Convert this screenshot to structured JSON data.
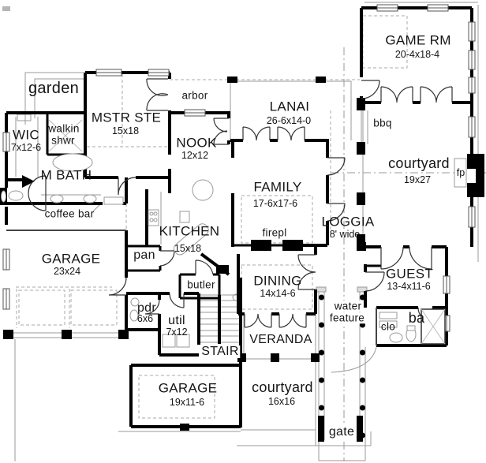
{
  "plan": {
    "colors": {
      "wall": "#000000",
      "thin_line": "#999999",
      "dashed_line": "#aaaaaa",
      "text": "#151515",
      "paper": "#ffffff"
    },
    "rooms": {
      "garden": {
        "label": "garden"
      },
      "wic": {
        "label": "WIC",
        "dims": "7x12-6"
      },
      "walkin_shwr": {
        "line1": "walkin",
        "line2": "shwr"
      },
      "mstr": {
        "label": "MSTR STE",
        "dims": "15x18"
      },
      "arbor": {
        "label": "arbor"
      },
      "nook": {
        "label": "NOOK",
        "dims": "12x12"
      },
      "lanai": {
        "label": "LANAI",
        "dims": "26-6x14-0"
      },
      "game_rm": {
        "label": "GAME RM",
        "dims": "20-4x18-4"
      },
      "bbq": {
        "label": "bbq"
      },
      "courtyard_e": {
        "label": "courtyard",
        "dims": "19x27"
      },
      "fp": {
        "label": "fp"
      },
      "mbath": {
        "label": "M BATH"
      },
      "coffee_bar": {
        "label": "coffee bar"
      },
      "kitchen": {
        "label": "KITCHEN",
        "dims": "15x18"
      },
      "family": {
        "label": "FAMILY",
        "dims": "17-6x17-6"
      },
      "firepl": {
        "label": "firepl"
      },
      "loggia": {
        "label": "LOGGIA",
        "dims": "8' wide"
      },
      "garage_main": {
        "label": "GARAGE",
        "dims": "23x24"
      },
      "pan": {
        "label": "pan"
      },
      "butler": {
        "label": "butler"
      },
      "dining": {
        "label": "DINING",
        "dims": "14x14-6"
      },
      "pdr": {
        "label": "pdr",
        "dims": "6x6"
      },
      "util": {
        "label": "util",
        "dims": "7x12"
      },
      "stair": {
        "label": "STAIR"
      },
      "veranda": {
        "label": "VERANDA"
      },
      "garage_small": {
        "label": "GARAGE",
        "dims": "19x11-6"
      },
      "courtyard_s": {
        "label": "courtyard",
        "dims": "16x16"
      },
      "guest": {
        "label": "GUEST",
        "dims": "13-4x11-6"
      },
      "water_feature": {
        "line1": "water",
        "line2": "feature"
      },
      "clo": {
        "label": "clo"
      },
      "ba": {
        "label": "ba"
      },
      "gate": {
        "label": "gate"
      }
    }
  }
}
